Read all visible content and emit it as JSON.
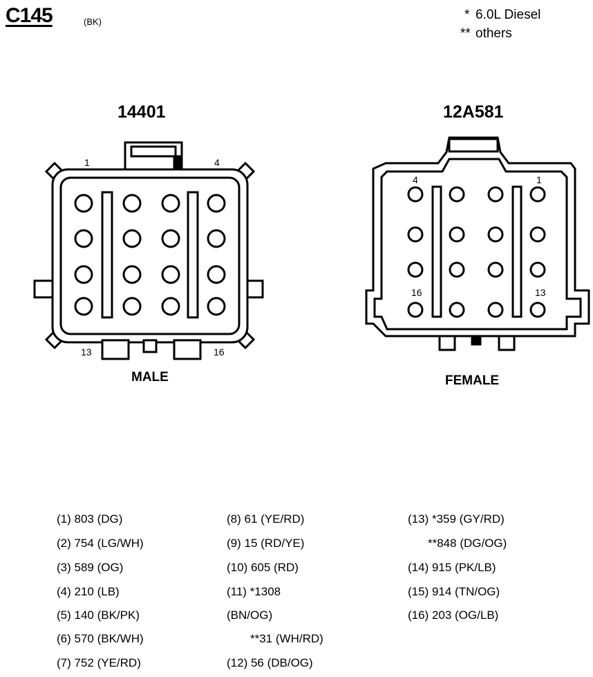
{
  "connector": {
    "id": "C145",
    "color_code": "(BK)"
  },
  "legend": [
    {
      "mark": "*",
      "text": "6.0L Diesel"
    },
    {
      "mark": "**",
      "text": "others"
    }
  ],
  "male": {
    "part_number": "14401",
    "label": "MALE",
    "corner_labels": {
      "top_left": "1",
      "top_right": "4",
      "bottom_left": "13",
      "bottom_right": "16"
    }
  },
  "female": {
    "part_number": "12A581",
    "label": "FEMALE",
    "corner_labels": {
      "top_left": "4",
      "top_right": "1",
      "bottom_left": "16",
      "bottom_right": "13"
    }
  },
  "pins": {
    "col1": [
      "(1) 803 (DG)",
      "(2) 754 (LG/WH)",
      "(3) 589 (OG)",
      "(4) 210 (LB)",
      "(5) 140 (BK/PK)",
      "(6) 570 (BK/WH)",
      "(7) 752 (YE/RD)"
    ],
    "col2": [
      "(8) 61 (YE/RD)",
      "(9) 15 (RD/YE)",
      "(10) 605 (RD)",
      "(11) *1308",
      "(BN/OG)",
      "**31 (WH/RD)",
      "(12) 56 (DB/OG)"
    ],
    "col3": [
      "(13) *359 (GY/RD)",
      "**848 (DG/OG)",
      "(14) 915 (PK/LB)",
      "(15) 914 (TN/OG)",
      "(16) 203 (OG/LB)"
    ]
  }
}
